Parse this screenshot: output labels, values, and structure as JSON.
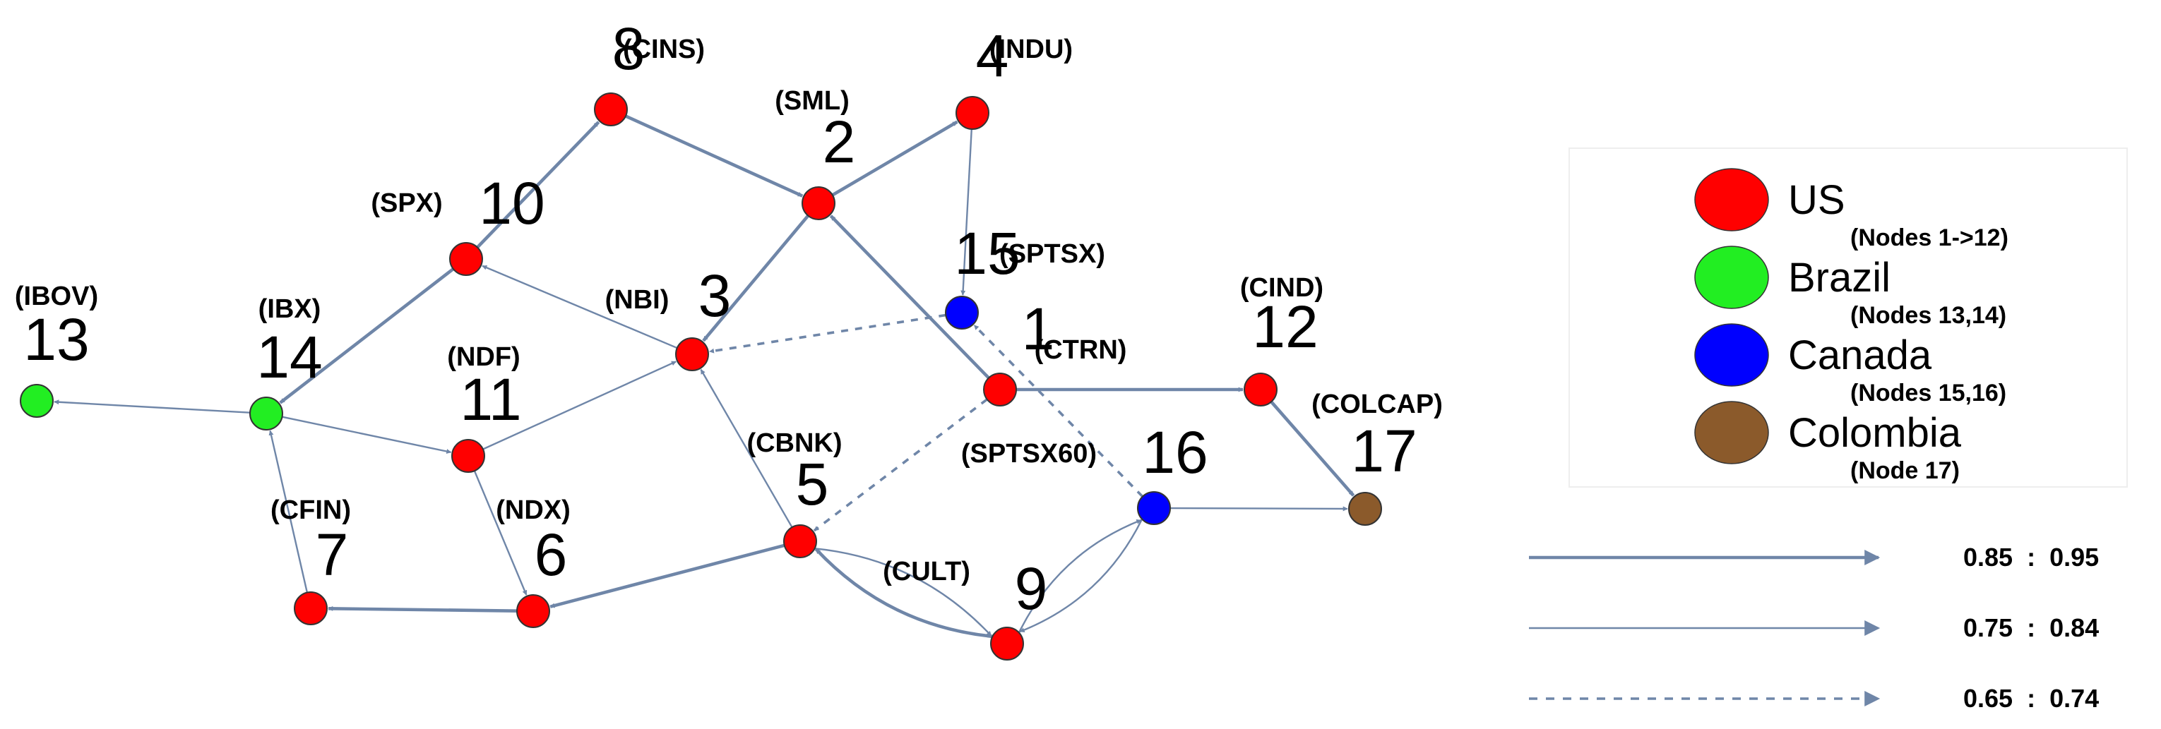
{
  "colors": {
    "US": "#ff0000",
    "Brazil": "#22ee22",
    "Canada": "#0000ff",
    "Colombia": "#8b5a2b",
    "edge": "#6f86a8"
  },
  "nodes": [
    {
      "id": 1,
      "ticker": "(CTRN)",
      "country": "US"
    },
    {
      "id": 2,
      "ticker": "(SML)",
      "country": "US"
    },
    {
      "id": 3,
      "ticker": "(NBI)",
      "country": "US"
    },
    {
      "id": 4,
      "ticker": "(INDU)",
      "country": "US"
    },
    {
      "id": 5,
      "ticker": "(CBNK)",
      "country": "US"
    },
    {
      "id": 6,
      "ticker": "(NDX)",
      "country": "US"
    },
    {
      "id": 7,
      "ticker": "(CFIN)",
      "country": "US"
    },
    {
      "id": 8,
      "ticker": "(CINS)",
      "country": "US"
    },
    {
      "id": 9,
      "ticker": "(CULT)",
      "country": "US"
    },
    {
      "id": 10,
      "ticker": "(SPX)",
      "country": "US"
    },
    {
      "id": 11,
      "ticker": "(NDF)",
      "country": "US"
    },
    {
      "id": 12,
      "ticker": "(CIND)",
      "country": "US"
    },
    {
      "id": 13,
      "ticker": "(IBOV)",
      "country": "Brazil"
    },
    {
      "id": 14,
      "ticker": "(IBX)",
      "country": "Brazil"
    },
    {
      "id": 15,
      "ticker": "(SPTSX)",
      "country": "Canada"
    },
    {
      "id": 16,
      "ticker": "(SPTSX60)",
      "country": "Canada"
    },
    {
      "id": 17,
      "ticker": "(COLCAP)",
      "country": "Colombia"
    }
  ],
  "edges": [
    {
      "from": 10,
      "to": 8,
      "weight": "0.85 : 0.95"
    },
    {
      "from": 8,
      "to": 2,
      "weight": "0.85 : 0.95"
    },
    {
      "from": 2,
      "to": 4,
      "weight": "0.85 : 0.95"
    },
    {
      "from": 4,
      "to": 15,
      "weight": "0.75 : 0.84"
    },
    {
      "from": 2,
      "to": 3,
      "weight": "0.85 : 0.95"
    },
    {
      "from": 1,
      "to": 2,
      "weight": "0.85 : 0.95"
    },
    {
      "from": 3,
      "to": 10,
      "weight": "0.75 : 0.84"
    },
    {
      "from": 10,
      "to": 14,
      "weight": "0.85 : 0.95"
    },
    {
      "from": 14,
      "to": 13,
      "weight": "0.75 : 0.84"
    },
    {
      "from": 14,
      "to": 11,
      "weight": "0.75 : 0.84"
    },
    {
      "from": 11,
      "to": 3,
      "weight": "0.75 : 0.84"
    },
    {
      "from": 11,
      "to": 6,
      "weight": "0.75 : 0.84"
    },
    {
      "from": 6,
      "to": 7,
      "weight": "0.85 : 0.95"
    },
    {
      "from": 7,
      "to": 14,
      "weight": "0.75 : 0.84"
    },
    {
      "from": 5,
      "to": 6,
      "weight": "0.85 : 0.95"
    },
    {
      "from": 5,
      "to": 3,
      "weight": "0.75 : 0.84"
    },
    {
      "from": 15,
      "to": 3,
      "weight": "0.65 : 0.74"
    },
    {
      "from": 1,
      "to": 5,
      "weight": "0.65 : 0.74"
    },
    {
      "from": 16,
      "to": 15,
      "weight": "0.65 : 0.74"
    },
    {
      "from": 1,
      "to": 12,
      "weight": "0.85 : 0.95"
    },
    {
      "from": 12,
      "to": 17,
      "weight": "0.85 : 0.95"
    },
    {
      "from": 16,
      "to": 17,
      "weight": "0.75 : 0.84"
    },
    {
      "from": 5,
      "to": 9,
      "weight": "0.75 : 0.84"
    },
    {
      "from": 9,
      "to": 5,
      "weight": "0.85 : 0.95"
    },
    {
      "from": 9,
      "to": 16,
      "weight": "0.75 : 0.84"
    },
    {
      "from": 16,
      "to": 9,
      "weight": "0.75 : 0.84"
    }
  ],
  "legend": {
    "countries": [
      {
        "key": "US",
        "name": "US",
        "nodes": "(Nodes 1->12)"
      },
      {
        "key": "Brazil",
        "name": "Brazil",
        "nodes": "(Nodes 13,14)"
      },
      {
        "key": "Canada",
        "name": "Canada",
        "nodes": "(Nodes 15,16)"
      },
      {
        "key": "Colombia",
        "name": "Colombia",
        "nodes": "(Node 17)"
      }
    ],
    "weights": [
      {
        "style": "thick",
        "label": "0.85  :  0.95"
      },
      {
        "style": "thin",
        "label": "0.75  :  0.84"
      },
      {
        "style": "dashed",
        "label": "0.65  :  0.74"
      }
    ]
  }
}
